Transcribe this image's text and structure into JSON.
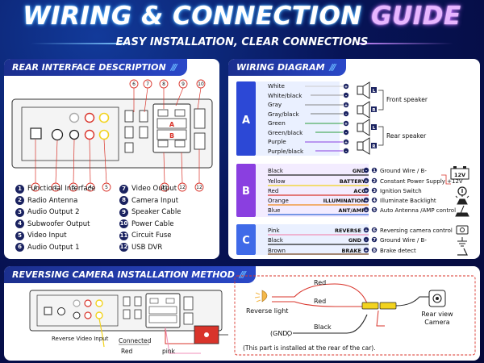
{
  "header": {
    "title_main": "WIRING",
    "title_amp": "&",
    "title_conn": "CONNECTION",
    "title_guide": "GUIDE",
    "subtitle": "EASY INSTALLATION, CLEAR CONNECTIONS"
  },
  "rear": {
    "tab": "REAR INTERFACE DESCRIPTION",
    "top_numbers": [
      "6",
      "7",
      "8",
      "9",
      "10"
    ],
    "bottom_numbers": [
      "1",
      "2",
      "3",
      "4",
      "5",
      "11",
      "12",
      "12"
    ],
    "connector_letters": [
      "A",
      "B"
    ],
    "legend_left": [
      {
        "num": "1",
        "label": "Functional Interface"
      },
      {
        "num": "2",
        "label": "Radio Antenna"
      },
      {
        "num": "3",
        "label": "Audio Output 2"
      },
      {
        "num": "4",
        "label": "Subwoofer Output"
      },
      {
        "num": "5",
        "label": "Video Input"
      },
      {
        "num": "6",
        "label": "Audio Output 1"
      }
    ],
    "legend_right": [
      {
        "num": "7",
        "label": "Video Output"
      },
      {
        "num": "8",
        "label": "Camera Input"
      },
      {
        "num": "9",
        "label": "Speaker Cable"
      },
      {
        "num": "10",
        "label": "Power Cable"
      },
      {
        "num": "11",
        "label": "Circuit Fuse"
      },
      {
        "num": "12",
        "label": "USB DVR"
      }
    ]
  },
  "wiring": {
    "tab": "WIRING DIAGRAM",
    "group_a": {
      "letter": "A",
      "wires": [
        "White",
        "White/black",
        "Gray",
        "Gray/black",
        "Green",
        "Green/black",
        "Purple",
        "Purple/black"
      ],
      "front_label": "Front speaker",
      "rear_label": "Rear speaker",
      "channels": [
        "L",
        "R",
        "L",
        "R"
      ],
      "plus": "+",
      "minus": "-"
    },
    "group_b": {
      "letter": "B",
      "rows": [
        {
          "color": "Black",
          "signal": "GND",
          "num": "1",
          "desc": "Ground Wire / B-"
        },
        {
          "color": "Yellow",
          "signal": "BATTERY",
          "num": "2",
          "desc": "Constant Power Supply +12V"
        },
        {
          "color": "Red",
          "signal": "ACC",
          "num": "3",
          "desc": "Ignition Switch"
        },
        {
          "color": "Orange",
          "signal": "ILLUMINATION",
          "num": "4",
          "desc": "Illuminate Backlight"
        },
        {
          "color": "Blue",
          "signal": "ANT/AMP",
          "num": "5",
          "desc": "Auto Antenna /AMP control"
        }
      ],
      "battery_label": "12V"
    },
    "group_c": {
      "letter": "C",
      "rows": [
        {
          "color": "Pink",
          "signal": "REVERSE",
          "num": "6",
          "desc": "Reversing camera control"
        },
        {
          "color": "Black",
          "signal": "GND",
          "num": "7",
          "desc": "Ground Wire / B-"
        },
        {
          "color": "Brown",
          "signal": "BRAKE",
          "num": "8",
          "desc": "Brake detect"
        }
      ]
    }
  },
  "camera": {
    "tab": "REVERSING CAMERA INSTALLATION METHOD",
    "reverse_video_input": "Reverse Video Input",
    "connected": "Connected",
    "red_label": "Red",
    "pink_label": "pink",
    "reverse_light": "Reverse light",
    "wire_red_top": "Red",
    "wire_red_mid": "Red",
    "wire_black": "Black",
    "gnd": "(GND)",
    "rear_view": "Rear view",
    "camera_word": "Camera",
    "note": "(This part is installed at the rear of the car)."
  },
  "colors": {
    "title_glow": "#3aa6ff",
    "guide": "#e7b6ff",
    "panel_tab": "#2a48c8",
    "group_a": "#2c48d6",
    "group_b": "#8a3fe0",
    "group_c": "#3f6ae8",
    "red_wire": "#d9342b",
    "yellow_wire": "#f2d31f"
  }
}
